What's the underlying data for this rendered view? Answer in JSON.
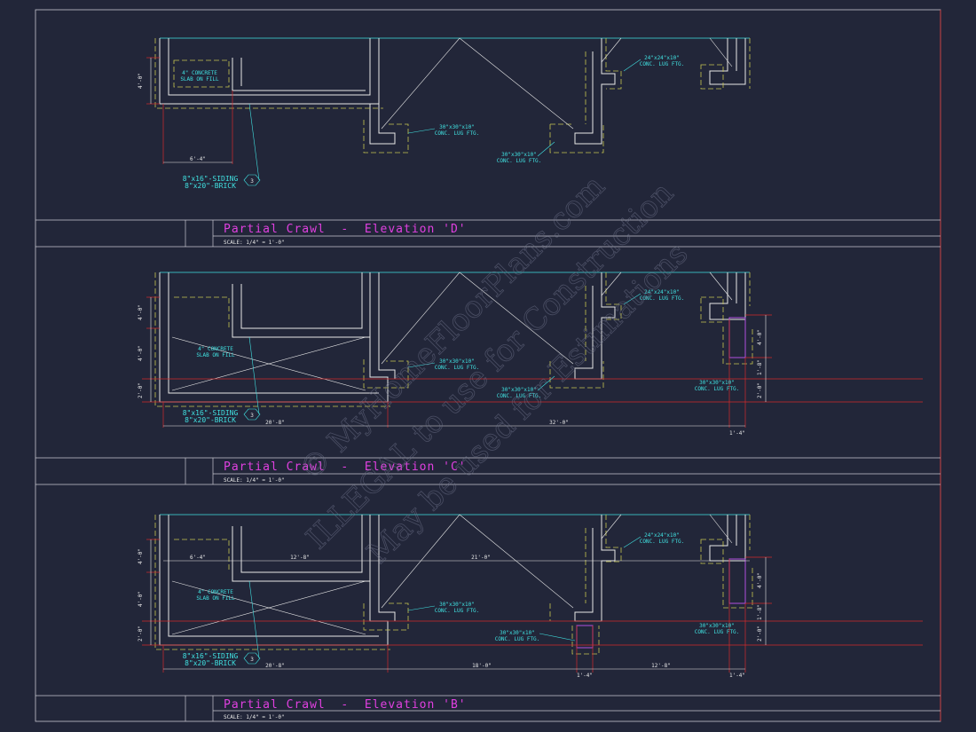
{
  "colors": {
    "background": "#222639",
    "border": "#c8c8d0",
    "wall": "#e8e8e8",
    "footing": "#c8c850",
    "cyan": "#40e0e0",
    "red": "#d42a2a",
    "magenta": "#e040e0"
  },
  "panels": [
    {
      "title": "Partial Crawl  -  Elevation 'D'",
      "scale": "SCALE: 1/4\" = 1'-0\"",
      "notes": {
        "slab": [
          "4\" CONCRETE",
          "SLAB ON FILL"
        ],
        "lug_a": [
          "30\"x30\"x10\"",
          "CONC. LUG FTG."
        ],
        "lug_b": [
          "30\"x30\"x10\"",
          "CONC. LUG FTG."
        ],
        "lug_c": [
          "24\"x24\"x10\"",
          "CONC. LUG FTG."
        ],
        "siding": "8\"x16\"-SIDING",
        "brick": "8\"x20\"-BRICK",
        "tag": "3"
      },
      "dims": {
        "left_v1": "4'-0\"",
        "bottom_1": "6'-4\""
      }
    },
    {
      "title": "Partial Crawl  -  Elevation 'C'",
      "scale": "SCALE: 1/4\" = 1'-0\"",
      "notes": {
        "slab": [
          "4\" CONCRETE",
          "SLAB ON FILL"
        ],
        "lug_a": [
          "30\"x30\"x10\"",
          "CONC. LUG FTG."
        ],
        "lug_b": [
          "30\"x30\"x10\"",
          "CONC. LUG FTG."
        ],
        "lug_c": [
          "24\"x24\"x10\"",
          "CONC. LUG FTG."
        ],
        "lug_d": [
          "30\"x30\"x10\"",
          "CONC. LUG FTG."
        ],
        "siding": "8\"x16\"-SIDING",
        "brick": "8\"x20\"-BRICK",
        "tag": "3"
      },
      "dims": {
        "left_v1": "4'-0\"",
        "left_v2": "4'-0\"",
        "left_v3": "2'-0\"",
        "right_v1": "4'-0\"",
        "right_v2": "1'-8\"",
        "right_v3": "2'-0\"",
        "bottom_1": "20'-8\"",
        "bottom_2": "32'-0\"",
        "bottom_3": "1'-4\""
      }
    },
    {
      "title": "Partial Crawl  -  Elevation 'B'",
      "scale": "SCALE: 1/4\" = 1'-0\"",
      "notes": {
        "slab": [
          "4\" CONCRETE",
          "SLAB ON FILL"
        ],
        "lug_a": [
          "30\"x30\"x10\"",
          "CONC. LUG FTG."
        ],
        "lug_b": [
          "30\"x30\"x10\"",
          "CONC. LUG FTG."
        ],
        "lug_c": [
          "24\"x24\"x10\"",
          "CONC. LUG FTG."
        ],
        "lug_d": [
          "30\"x30\"x10\"",
          "CONC. LUG FTG."
        ],
        "siding": "8\"x16\"-SIDING",
        "brick": "8\"x20\"-BRICK",
        "tag": "3"
      },
      "dims": {
        "left_v1": "4'-0\"",
        "left_v2": "4'-0\"",
        "left_v3": "2'-0\"",
        "right_v1": "4'-0\"",
        "right_v2": "1'-8\"",
        "right_v3": "2'-0\"",
        "top_1": "6'-4\"",
        "top_2": "12'-8\"",
        "top_3": "21'-0\"",
        "bottom_1": "20'-8\"",
        "bottom_2": "18'-0\"",
        "bottom_3": "12'-8\"",
        "bottom_4": "1'-4\"",
        "bottom_5": "1'-4\""
      }
    }
  ],
  "watermark": {
    "line1": "© MyHomeFloorPlans.com",
    "line2": "ILLEGAL to use for Construction",
    "line3": "May be used for Estimations"
  }
}
